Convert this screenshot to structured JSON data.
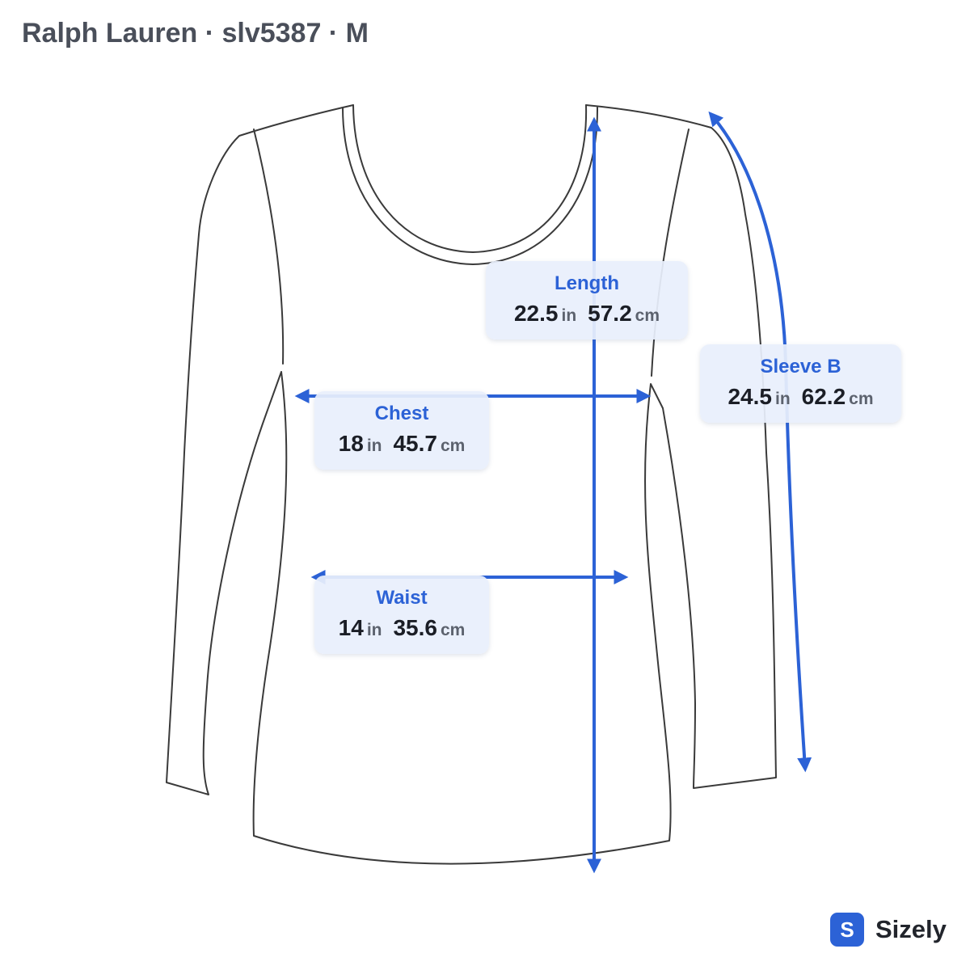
{
  "header": {
    "title": "Ralph Lauren · slv5387 · M"
  },
  "measurements": {
    "length": {
      "label": "Length",
      "in_value": "22.5",
      "in_unit": "in",
      "cm_value": "57.2",
      "cm_unit": "cm"
    },
    "sleeve": {
      "label": "Sleeve B",
      "in_value": "24.5",
      "in_unit": "in",
      "cm_value": "62.2",
      "cm_unit": "cm"
    },
    "chest": {
      "label": "Chest",
      "in_value": "18",
      "in_unit": "in",
      "cm_value": "45.7",
      "cm_unit": "cm"
    },
    "waist": {
      "label": "Waist",
      "in_value": "14",
      "in_unit": "in",
      "cm_value": "35.6",
      "cm_unit": "cm"
    }
  },
  "brand": {
    "badge": "S",
    "name": "Sizely"
  },
  "colors": {
    "accent": "#2c62d6",
    "outline": "#3a3a3a"
  },
  "icons": {
    "garment": "long-sleeve-top-outline",
    "arrows": "measurement-arrow"
  }
}
